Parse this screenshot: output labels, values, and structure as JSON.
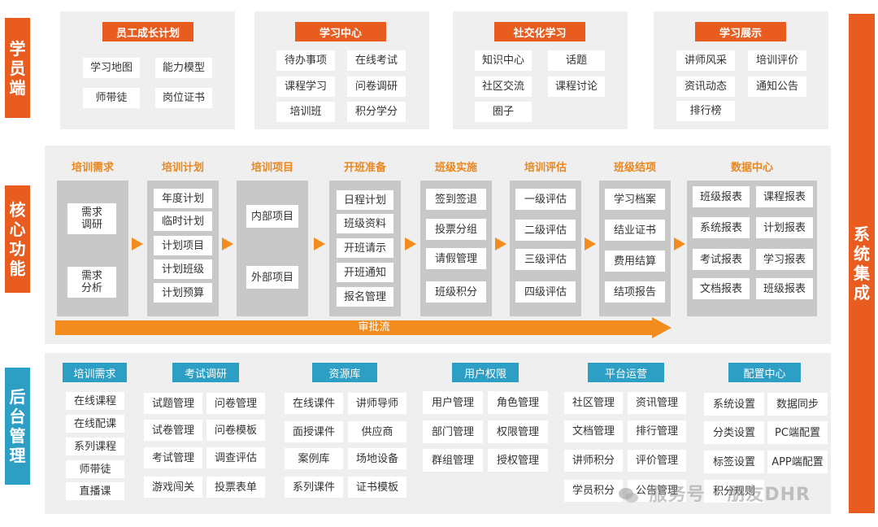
{
  "sections": {
    "student": "学员端",
    "core": "核心功能",
    "backend": "后台管理",
    "integration": "系统集成"
  },
  "student_groups": [
    {
      "title": "员工成长计划",
      "items": [
        "学习地图",
        "能力模型",
        "师带徒",
        "岗位证书"
      ]
    },
    {
      "title": "学习中心",
      "items": [
        "待办事项",
        "在线考试",
        "课程学习",
        "问卷调研",
        "培训班",
        "积分学分"
      ]
    },
    {
      "title": "社交化学习",
      "items": [
        "知识中心",
        "话题",
        "社区交流",
        "课程讨论",
        "圈子"
      ]
    },
    {
      "title": "学习展示",
      "items": [
        "讲师风采",
        "培训评价",
        "资讯动态",
        "通知公告",
        "排行榜"
      ]
    }
  ],
  "core_stages": [
    {
      "title": "培训需求",
      "items": [
        "需求\n调研",
        "需求\n分析"
      ]
    },
    {
      "title": "培训计划",
      "items": [
        "年度计划",
        "临时计划",
        "计划项目",
        "计划班级",
        "计划预算"
      ]
    },
    {
      "title": "培训项目",
      "items": [
        "内部项目",
        "外部项目"
      ]
    },
    {
      "title": "开班准备",
      "items": [
        "日程计划",
        "班级资料",
        "开班请示",
        "开班通知",
        "报名管理"
      ]
    },
    {
      "title": "班级实施",
      "items": [
        "签到签退",
        "投票分组",
        "请假管理",
        "班级积分"
      ]
    },
    {
      "title": "培训评估",
      "items": [
        "一级评估",
        "二级评估",
        "三级评估",
        "四级评估"
      ]
    },
    {
      "title": "班级结项",
      "items": [
        "学习档案",
        "结业证书",
        "费用结算",
        "结项报告"
      ]
    },
    {
      "title": "数据中心",
      "items": [
        "班级报表",
        "课程报表",
        "系统报表",
        "计划报表",
        "考试报表",
        "学习报表",
        "文档报表",
        "班级报表"
      ]
    }
  ],
  "approval_flow": "审批流",
  "backend_groups": [
    {
      "title": "培训需求",
      "items": [
        "在线课程",
        "在线配课",
        "系列课程",
        "师带徒",
        "直播课"
      ]
    },
    {
      "title": "考试调研",
      "items": [
        "试题管理",
        "问卷管理",
        "试卷管理",
        "问卷模板",
        "考试管理",
        "调查评估",
        "游戏闯关",
        "投票表单"
      ]
    },
    {
      "title": "资源库",
      "items": [
        "在线课件",
        "讲师导师",
        "面授课件",
        "供应商",
        "案例库",
        "场地设备",
        "系列课件",
        "证书模板"
      ]
    },
    {
      "title": "用户权限",
      "items": [
        "用户管理",
        "角色管理",
        "部门管理",
        "权限管理",
        "群组管理",
        "授权管理"
      ]
    },
    {
      "title": "平台运营",
      "items": [
        "社区管理",
        "资讯管理",
        "文档管理",
        "排行管理",
        "讲师积分",
        "评价管理",
        "学员积分",
        "公告管理"
      ]
    },
    {
      "title": "配置中心",
      "items": [
        "系统设置",
        "数据同步",
        "分类设置",
        "PC端配置",
        "标签设置",
        "APP端配置",
        "积分规则"
      ]
    }
  ],
  "watermark": "服务号 · 朋友DHR",
  "colors": {
    "orange": "#e85d1f",
    "blue": "#2e9fc4",
    "arrow": "#f28c1f",
    "stage_title": "#e8871f"
  }
}
